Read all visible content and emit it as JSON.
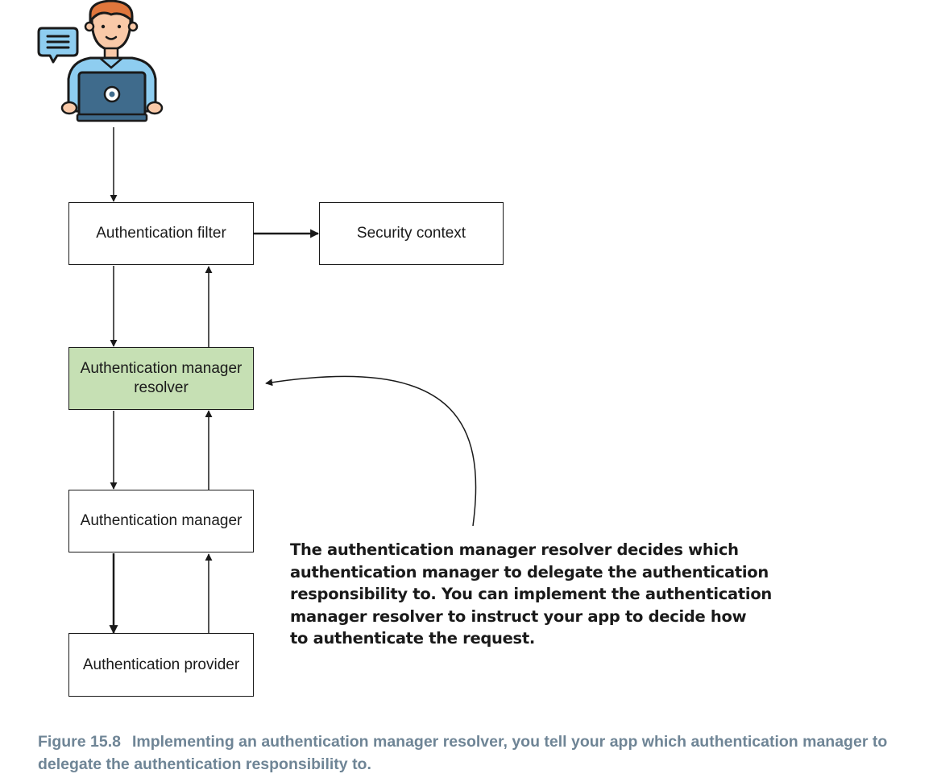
{
  "diagram": {
    "nodes": {
      "filter": "Authentication filter",
      "security_context": "Security context",
      "resolver_line1": "Authentication manager",
      "resolver_line2": "resolver",
      "manager": "Authentication manager",
      "provider": "Authentication provider"
    },
    "annotation": [
      "The authentication manager resolver decides which",
      "authentication manager to delegate the authentication",
      "responsibility to. You can implement the authentication",
      "manager resolver to instruct your app to decide how",
      "to authenticate the request."
    ],
    "colors": {
      "resolver_fill": "#c6e0b4",
      "caption_color": "#6f8596",
      "user_shirt": "#8ecdf0",
      "user_laptop": "#3f6b8c",
      "user_skin": "#f9c9a8",
      "user_hair": "#e0763c",
      "speech_bubble": "#8ecdf0"
    },
    "icons": [
      "user-with-laptop-icon",
      "speech-bubble-icon"
    ]
  },
  "caption": {
    "label": "Figure 15.8",
    "text": "Implementing an authentication manager resolver, you tell your app which authentication manager to delegate the authentication responsibility to."
  }
}
